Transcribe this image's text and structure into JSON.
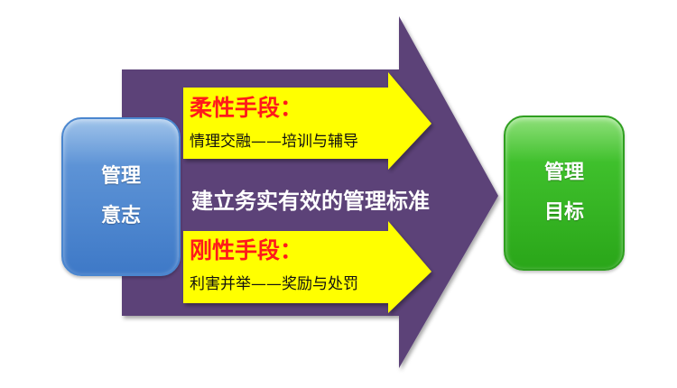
{
  "left_box": {
    "line1": "管理",
    "line2": "意志"
  },
  "right_box": {
    "line1": "管理",
    "line2": "目标"
  },
  "center_text": "建立务实有效的管理标准",
  "soft_means": {
    "title": "柔性手段：",
    "detail": "情理交融——培训与辅导"
  },
  "hard_means": {
    "title": "刚性手段：",
    "detail": "利害并举——奖励与处罚"
  },
  "colors": {
    "main_arrow": "#5b4378",
    "inner_arrows": "#ffff00",
    "left_box": "#4a86cf",
    "right_box": "#33b222",
    "title_text": "#ff1a1a"
  }
}
